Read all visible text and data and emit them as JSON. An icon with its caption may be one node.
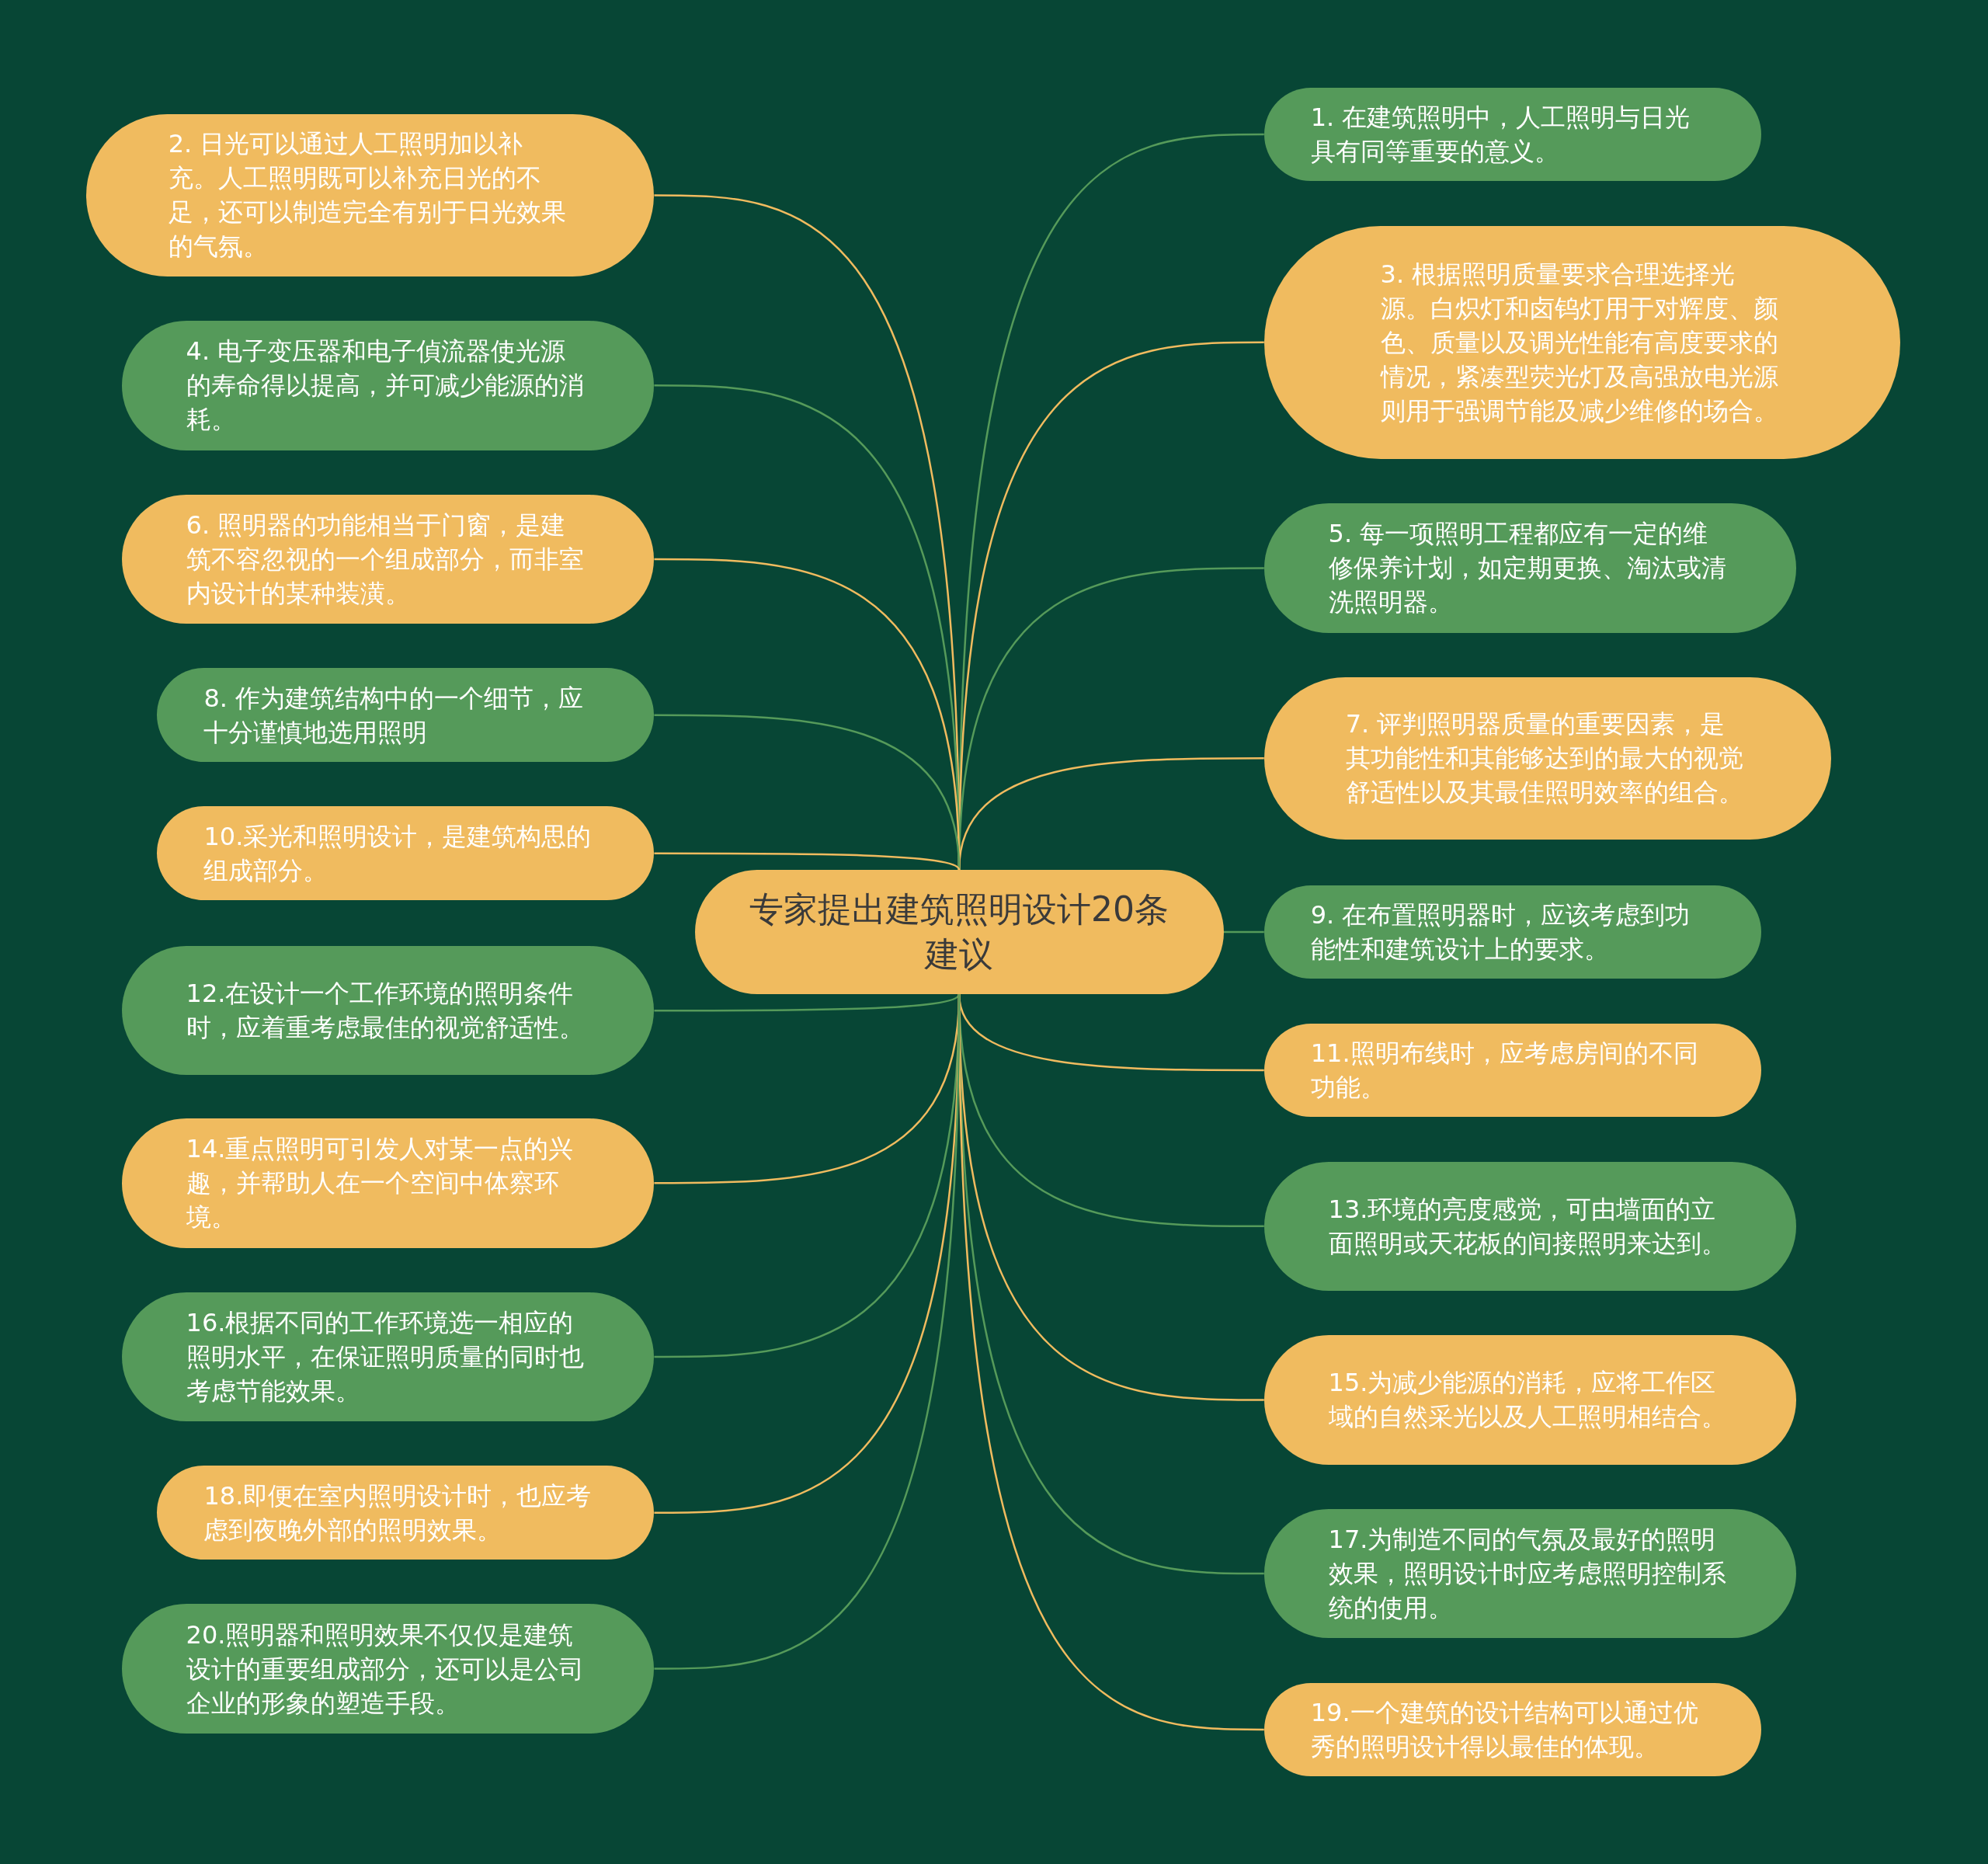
{
  "diagram": {
    "nodes": [
      {
        "text": [
          "专家提出建筑照明设计20条建议"
        ]
      },
      {
        "text": [
          "1. 在建筑照明中，人工照明与日光具有同等重要的意义。"
        ]
      },
      {
        "text": [
          "2. 日光可以通过人工照明加以补充。人工照明既可以补充日光的不足，还可以制造完全有别于日光效果的气氛。"
        ]
      },
      {
        "text": [
          "3. 根据照明质量要求合理选择光源。白炽灯和卤钨灯用于对辉度、颜色、质量以及调光性能有高度要求的情况，紧凑型荧光灯及高强放电光源则用于强调节能及减少维修的场合。"
        ]
      },
      {
        "text": [
          "4. 电子变压器和电子偵流器使光源的寿命得以提高，并可减少能源的消耗。"
        ]
      },
      {
        "text": [
          "5. 每一项照明工程都应有一定的维修保养计划，如定期更换、淘汰或清洗照明器。"
        ]
      },
      {
        "text": [
          "6. 照明器的功能相当于门窗，是建筑不容忽视的一个组成部分，而非室内设计的某种装潢。"
        ]
      },
      {
        "text": [
          "7. 评判照明器质量的重要因素，是其功能性和其能够达到的最大的视觉舒适性以及其最佳照明效率的组合。"
        ]
      },
      {
        "text": [
          "8. 作为建筑结构中的一个细节，应十分谨慎地选用照明"
        ]
      },
      {
        "text": [
          "9. 在布置照明器时，应该考虑到功能性和建筑设计上的要求。"
        ]
      },
      {
        "text": [
          "10.采光和照明设计，是建筑构思的组成部分。"
        ]
      },
      {
        "text": [
          "11.照明布线时，应考虑房间的不同功能。"
        ]
      },
      {
        "text": [
          "12.在设计一个工作环境的照明条件时，应着重考虑最佳的视觉舒适性。"
        ]
      },
      {
        "text": [
          "13.环境的亮度感觉，可由墙面的立面照明或天花板的间接照明来达到。"
        ]
      },
      {
        "text": [
          "14.重点照明可引发人对某一点的兴趣，并帮助人在一个空间中体察环境。"
        ]
      },
      {
        "text": [
          "15.为减少能源的消耗，应将工作区域的自然采光以及人工照明相结合。"
        ]
      },
      {
        "text": [
          "16.根据不同的工作环境选一相应的照明水平，在保证照明质量的同时也考虑节能效果。"
        ]
      },
      {
        "text": [
          "17.为制造不同的气氛及最好的照明效果，照明设计时应考虑照明控制系统的使用。"
        ]
      },
      {
        "text": [
          "18.即便在室内照明设计时，也应考虑到夜晚外部的照明效果。"
        ]
      },
      {
        "text": [
          "19.一个建筑的设计结构可以通过优秀的照明设计得以最佳的体现。"
        ]
      },
      {
        "text": [
          "20.照明器和照明效果不仅仅是建筑设计的重要组成部分，还可以是公司企业的形象的塑造手段。"
        ]
      }
    ],
    "edges": [
      {
        "from": 0,
        "to": 1,
        "arrow": "none",
        "color": "#559a5a"
      },
      {
        "from": 0,
        "to": 2,
        "arrow": "none",
        "color": "#f0bb5f"
      },
      {
        "from": 0,
        "to": 3,
        "arrow": "none",
        "color": "#f0bb5f"
      },
      {
        "from": 0,
        "to": 4,
        "arrow": "none",
        "color": "#559a5a"
      },
      {
        "from": 0,
        "to": 5,
        "arrow": "none",
        "color": "#559a5a"
      },
      {
        "from": 0,
        "to": 6,
        "arrow": "none",
        "color": "#f0bb5f"
      },
      {
        "from": 0,
        "to": 7,
        "arrow": "none",
        "color": "#f0bb5f"
      },
      {
        "from": 0,
        "to": 8,
        "arrow": "none",
        "color": "#559a5a"
      },
      {
        "from": 0,
        "to": 9,
        "arrow": "none",
        "color": "#559a5a"
      },
      {
        "from": 0,
        "to": 10,
        "arrow": "none",
        "color": "#f0bb5f"
      },
      {
        "from": 0,
        "to": 11,
        "arrow": "none",
        "color": "#f0bb5f"
      },
      {
        "from": 0,
        "to": 12,
        "arrow": "none",
        "color": "#559a5a"
      },
      {
        "from": 0,
        "to": 13,
        "arrow": "none",
        "color": "#559a5a"
      },
      {
        "from": 0,
        "to": 14,
        "arrow": "none",
        "color": "#f0bb5f"
      },
      {
        "from": 0,
        "to": 15,
        "arrow": "none",
        "color": "#f0bb5f"
      },
      {
        "from": 0,
        "to": 16,
        "arrow": "none",
        "color": "#559a5a"
      },
      {
        "from": 0,
        "to": 17,
        "arrow": "none",
        "color": "#559a5a"
      },
      {
        "from": 0,
        "to": 18,
        "arrow": "none",
        "color": "#f0bb5f"
      },
      {
        "from": 0,
        "to": 19,
        "arrow": "none",
        "color": "#f0bb5f"
      },
      {
        "from": 0,
        "to": 20,
        "arrow": "none",
        "color": "#559a5a"
      }
    ]
  }
}
